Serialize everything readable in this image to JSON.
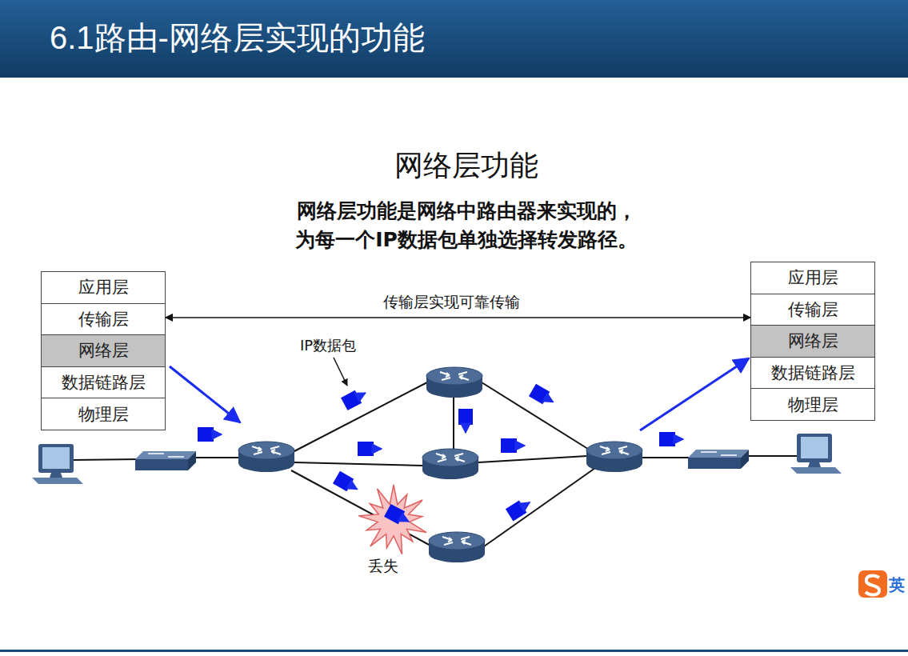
{
  "diagram": {
    "title": "6.1路由-网络层实现的功能",
    "nodes": [
      {
        "text": [
          "应用层"
        ]
      },
      {
        "text": [
          "传输层"
        ]
      },
      {
        "text": [
          "网络层"
        ]
      },
      {
        "text": [
          "数据链路层"
        ]
      },
      {
        "text": [
          "物理层"
        ]
      },
      {
        "text": [
          "应用层"
        ]
      },
      {
        "text": [
          "传输层"
        ]
      },
      {
        "text": [
          "网络层"
        ]
      },
      {
        "text": [
          "数据链路层"
        ]
      },
      {
        "text": [
          "物理层"
        ]
      }
    ],
    "edges": [
      {
        "from": 1,
        "to": 6,
        "arrow": "both",
        "label": "传输层实现可靠传输"
      }
    ],
    "labels": [
      "网络层功能",
      "网络层功能是网络中路由器来实现的，",
      "为每一个IP数据包单独选择转发路径。",
      "IP数据包",
      "丢失",
      "英"
    ]
  }
}
